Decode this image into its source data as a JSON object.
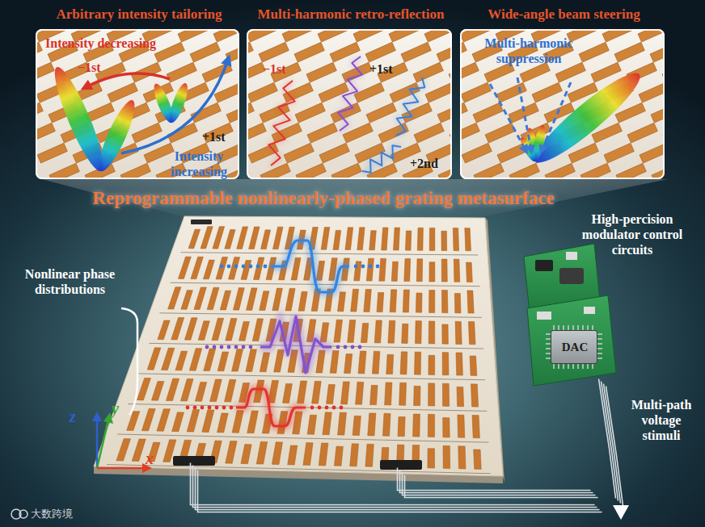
{
  "diagram": {
    "title": "Reprogrammable nonlinearly-phased grating metasurface",
    "nodes": [
      {
        "text": [
          "Arbitrary intensity tailoring",
          "Intensity decreasing",
          "−1st",
          "+1st",
          "Intensity increasing"
        ]
      },
      {
        "text": [
          "Multi-harmonic retro-reflection",
          "−1st",
          "+1st",
          "+2nd"
        ]
      },
      {
        "text": [
          "Wide-angle beam steering",
          "Multi-harmonic suppression"
        ]
      },
      {
        "text": [
          "DAC"
        ]
      }
    ],
    "labels": [
      "Nonlinear phase distributions",
      "High-percision modulator control circuits",
      "Multi-path voltage stimuli",
      "z",
      "y",
      "x",
      "大数跨境"
    ]
  }
}
